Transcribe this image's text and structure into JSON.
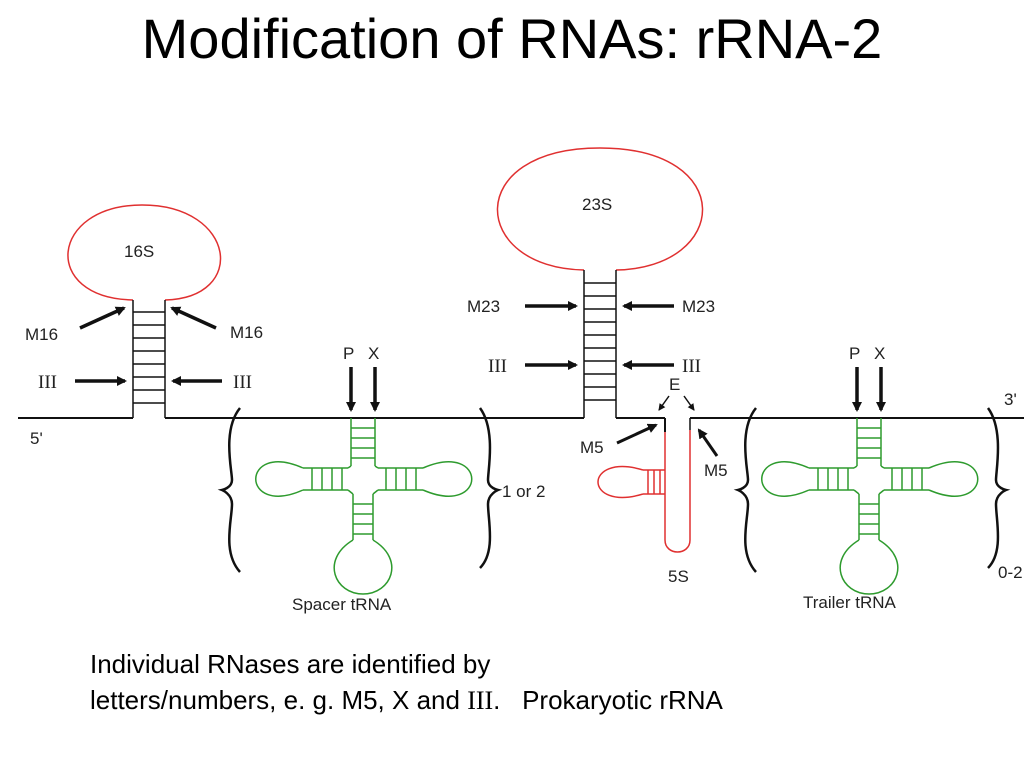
{
  "title": "Modification of RNAs: rRNA-2",
  "colors": {
    "rrna": "#e03030",
    "trna": "#2e9b2e",
    "ink": "#111111"
  },
  "labels": {
    "s16": "16S",
    "s23": "23S",
    "s5": "5S",
    "m16_left": "M16",
    "m16_right": "M16",
    "iii_16_left": "III",
    "iii_16_right": "III",
    "m23_left": "M23",
    "m23_right": "M23",
    "iii_23_left": "III",
    "iii_23_right": "III",
    "e_site": "E",
    "m5_left": "M5",
    "m5_right": "M5",
    "p_1": "P",
    "x_1": "X",
    "p_2": "P",
    "x_2": "X",
    "five_prime": "5'",
    "three_prime": "3'",
    "repeat_spacer": "1 or 2",
    "repeat_trailer": "0-2",
    "spacer_trna": "Spacer tRNA",
    "trailer_trna": "Trailer tRNA"
  },
  "caption": {
    "line1": "Individual RNases are identified by",
    "line2_prefix": "letters/numbers, e. g. M5, X and ",
    "line2_roman": "III",
    "line2_suffix": ".   Prokaryotic rRNA"
  }
}
